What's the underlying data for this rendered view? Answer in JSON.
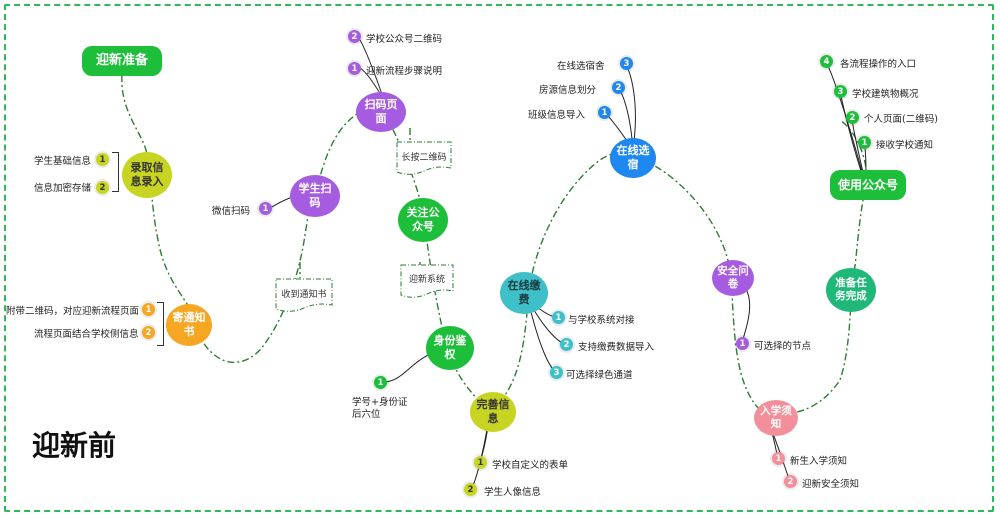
{
  "title": "迎新前",
  "colors": {
    "green": "#1dbf3a",
    "lime": "#c7d422",
    "purple": "#a65ce0",
    "orange": "#f5a623",
    "teal": "#3fbfc7",
    "blue": "#1e88f0",
    "pink": "#f38f9b",
    "darkgreen": "#20b878",
    "frame": "#2fb85a"
  },
  "nodes": {
    "prep": "迎新准备",
    "record": "录取信息录入",
    "mail": "寄通知书",
    "scan": "学生扫码",
    "scanpage": "扫码页面",
    "follow": "关注公众号",
    "auth": "身份鉴权",
    "complete": "完善信息",
    "pay": "在线缴费",
    "dorm": "在线选宿",
    "survey": "安全问卷",
    "notice": "入学须知",
    "ready": "准备任务完成",
    "useaccount": "使用公众号"
  },
  "flags": {
    "received": "收到通知书",
    "longpress": "长按二维码",
    "system": "迎新系统"
  },
  "notes": {
    "record_1": "学生基础信息",
    "record_2": "信息加密存储",
    "mail_1": "附带二维码，对应迎新流程页面",
    "mail_2": "流程页面结合学校侧信息",
    "scan_1": "微信扫码",
    "scanpage_1": "迎新流程步骤说明",
    "scanpage_2": "学校公众号二维码",
    "auth_1": "学号+身份证后六位",
    "complete_1": "学校自定义的表单",
    "complete_2": "学生人像信息",
    "pay_1": "与学校系统对接",
    "pay_2": "支持缴费数据导入",
    "pay_3": "可选择绿色通道",
    "dorm_1": "班级信息导入",
    "dorm_2": "房源信息划分",
    "dorm_3": "在线选宿舍",
    "survey_1": "可选择的节点",
    "notice_1": "新生入学须知",
    "notice_2": "迎新安全须知",
    "use_1": "接收学校通知",
    "use_2": "个人页面(二维码)",
    "use_3": "学校建筑物概况",
    "use_4": "各流程操作的入口"
  },
  "badges": {
    "b1": "1",
    "b2": "2",
    "b3": "3",
    "b4": "4"
  }
}
